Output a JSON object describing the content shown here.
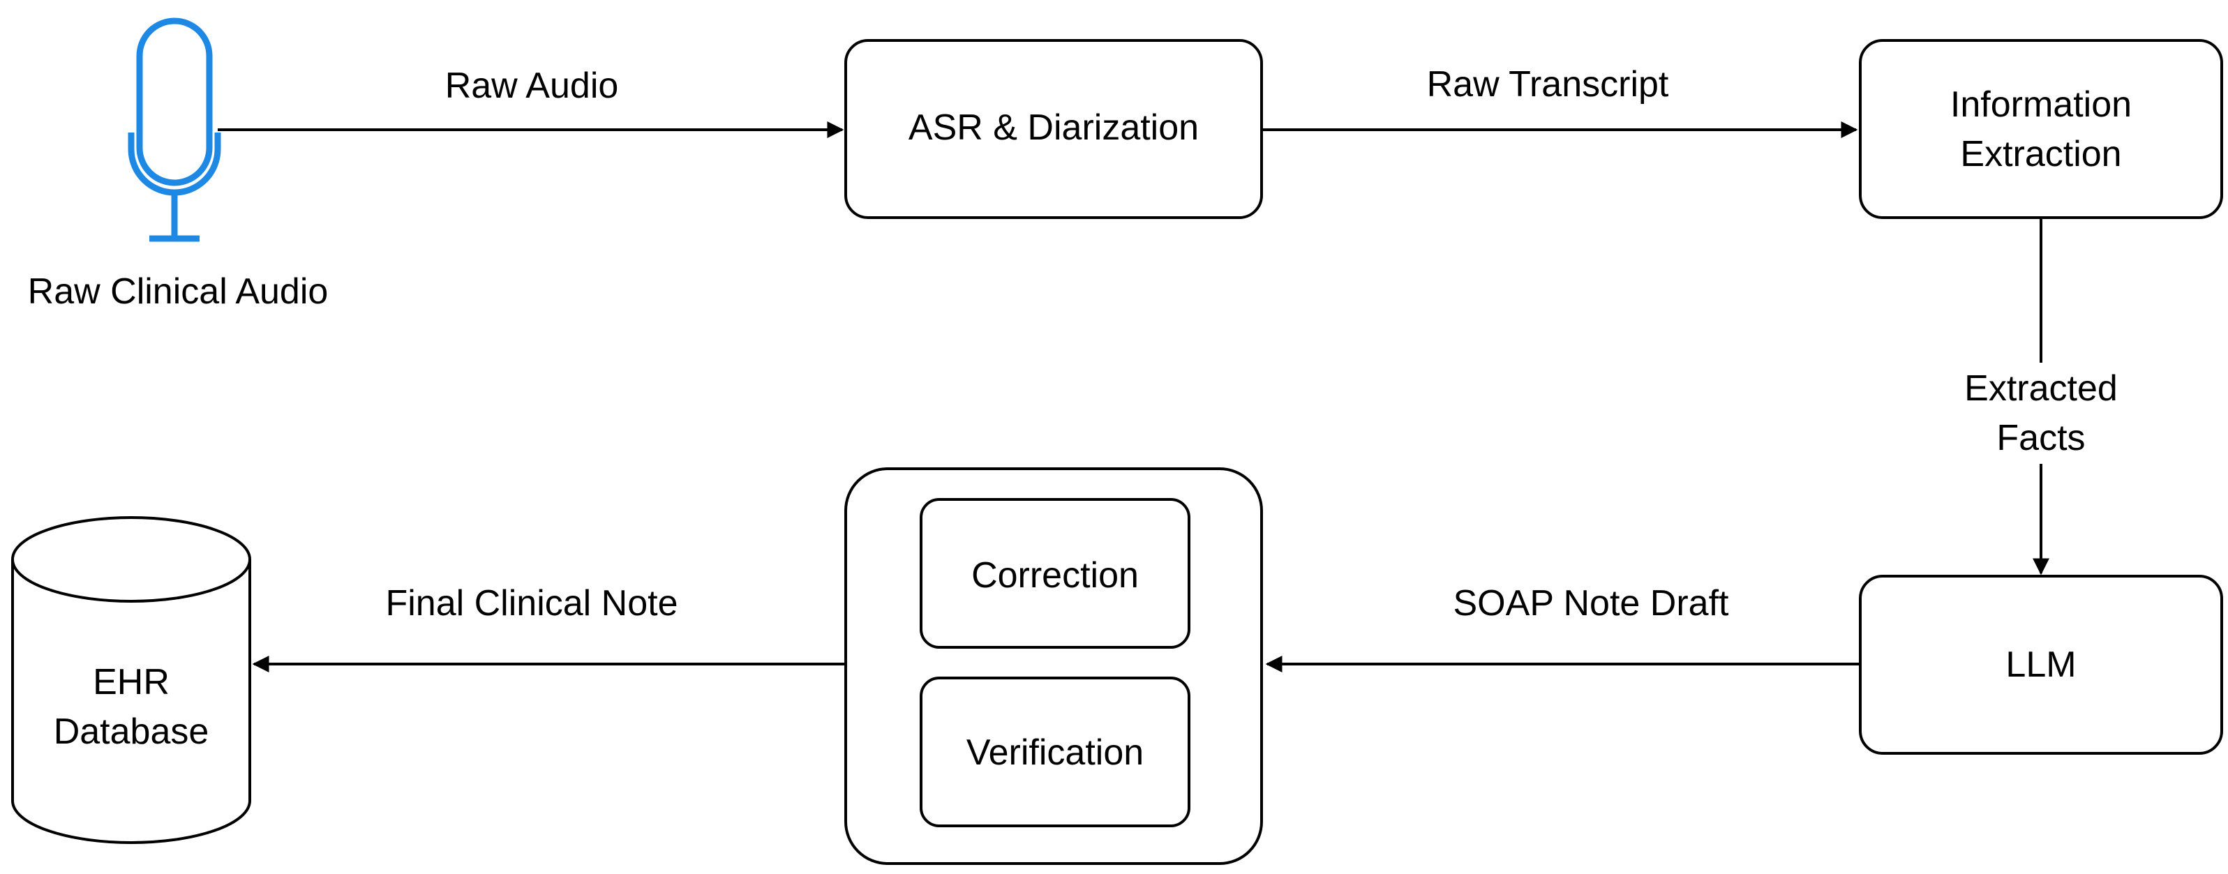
{
  "nodes": {
    "mic": {
      "label": "Raw Clinical Audio",
      "icon": "microphone-icon",
      "color": "#1e88e5"
    },
    "asr": {
      "label": "ASR & Diarization"
    },
    "ie": {
      "line1": "Information",
      "line2": "Extraction"
    },
    "llm": {
      "label": "LLM"
    },
    "review": {
      "correction": "Correction",
      "verification": "Verification"
    },
    "ehr": {
      "line1": "EHR",
      "line2": "Database"
    }
  },
  "edges": {
    "raw_audio": "Raw Audio",
    "raw_transcript": "Raw Transcript",
    "extracted_facts_1": "Extracted",
    "extracted_facts_2": "Facts",
    "soap_note_draft": "SOAP Note Draft",
    "final_clinical_note": "Final Clinical Note"
  }
}
